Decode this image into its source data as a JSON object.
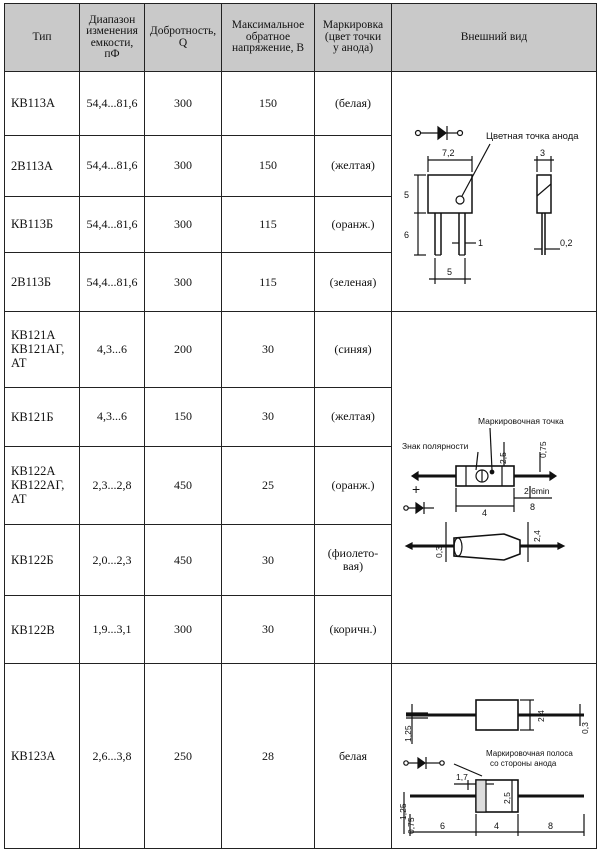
{
  "headers": {
    "type": "Тип",
    "range": [
      "Диапазон",
      "изменения",
      "емкости,",
      "пФ"
    ],
    "q": [
      "Добротность,",
      "Q"
    ],
    "voltage": [
      "Максимальное",
      "обратное",
      "напряжение, В"
    ],
    "marking": [
      "Маркировка",
      "(цвет точки",
      "у анода)"
    ],
    "view": "Внешний вид"
  },
  "rows": [
    {
      "type": [
        "КВ113А"
      ],
      "range": "54,4...81,6",
      "q": "300",
      "voltage": "150",
      "marking": "(белая)"
    },
    {
      "type": [
        "2В113А"
      ],
      "range": "54,4...81,6",
      "q": "300",
      "voltage": "150",
      "marking": "(желтая)"
    },
    {
      "type": [
        "КВ113Б"
      ],
      "range": "54,4...81,6",
      "q": "300",
      "voltage": "115",
      "marking": "(оранж.)"
    },
    {
      "type": [
        "2В113Б"
      ],
      "range": "54,4...81,6",
      "q": "300",
      "voltage": "115",
      "marking": "(зеленая)"
    },
    {
      "type": [
        "КВ121А",
        "КВ121АГ,",
        "АТ"
      ],
      "range": "4,3...6",
      "q": "200",
      "voltage": "30",
      "marking": "(синяя)"
    },
    {
      "type": [
        "КВ121Б"
      ],
      "range": "4,3...6",
      "q": "150",
      "voltage": "30",
      "marking": "(желтая)"
    },
    {
      "type": [
        "КВ122А",
        "КВ122АГ,",
        "АТ"
      ],
      "range": "2,3...2,8",
      "q": "450",
      "voltage": "25",
      "marking": "(оранж.)"
    },
    {
      "type": [
        "КВ122Б"
      ],
      "range": "2,0...2,3",
      "q": "450",
      "voltage": "30",
      "marking": [
        "(фиолето-",
        "вая)"
      ]
    },
    {
      "type": [
        "КВ122В"
      ],
      "range": "1,9...3,1",
      "q": "300",
      "voltage": "30",
      "marking": "(коричн.)"
    },
    {
      "type": [
        "КВ123А"
      ],
      "range": "2,6...3,8",
      "q": "250",
      "voltage": "28",
      "marking": "белая"
    }
  ],
  "drawings": {
    "d1": {
      "label": "Цветная точка анода",
      "dims": [
        "7,2",
        "3",
        "5",
        "6",
        "1",
        "0,2",
        "5"
      ]
    },
    "d2": {
      "label_dot": "Маркировочная точка",
      "label_pol": "Знак полярности",
      "plus": "+",
      "dims": [
        "2,5",
        "0,75",
        "2,6min",
        "4",
        "8",
        "0,3",
        "2,4"
      ]
    },
    "d3": {
      "label": [
        "Маркировочная полоса",
        "со стороны анода"
      ],
      "dims": [
        "1,25",
        "2,4",
        "0,3",
        "1,7",
        "2,5",
        "1,25",
        "0,75",
        "6",
        "4",
        "8"
      ]
    }
  }
}
